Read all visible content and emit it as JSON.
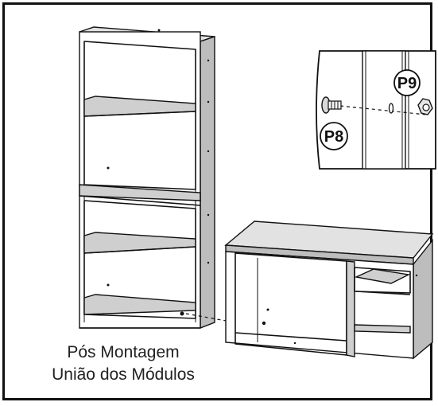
{
  "caption": {
    "line1": "Pós Montagem",
    "line2": "União dos Módulos"
  },
  "parts": {
    "screw_label": "P8",
    "nut_label": "P9"
  },
  "icons": [
    "assembled-bookshelf-illustration",
    "desk-module-illustration",
    "screw-icon",
    "nut-icon",
    "washer-icon",
    "detail-inset"
  ]
}
